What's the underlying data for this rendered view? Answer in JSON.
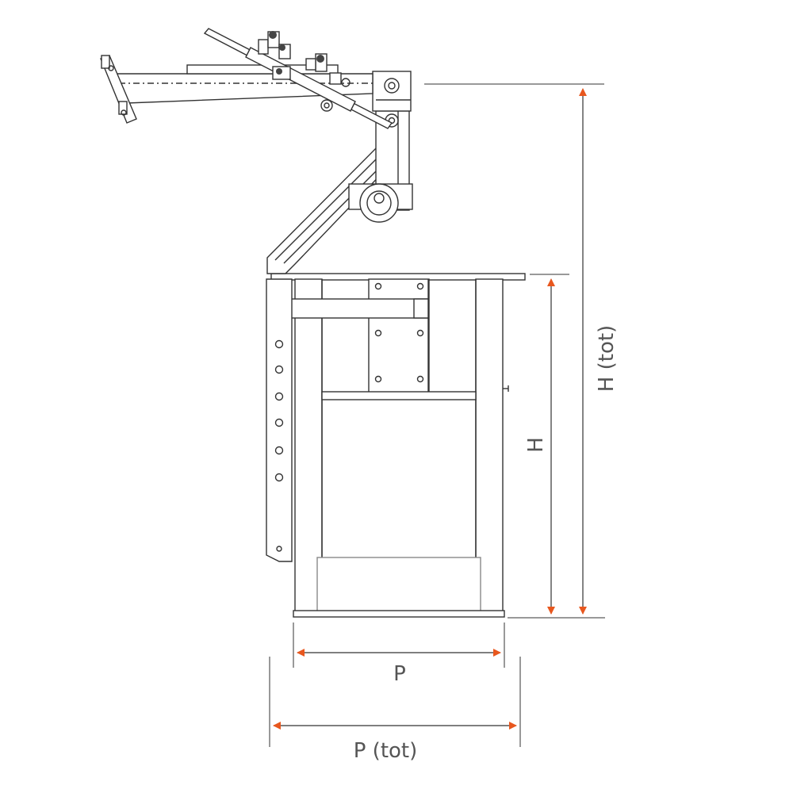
{
  "dimensions": {
    "h_label": "H",
    "h_tot_label": "H (tot)",
    "p_label": "P",
    "p_tot_label": "P (tot)"
  },
  "colors": {
    "arrow": "#e8571e",
    "line": "#333333",
    "text": "#555555"
  }
}
